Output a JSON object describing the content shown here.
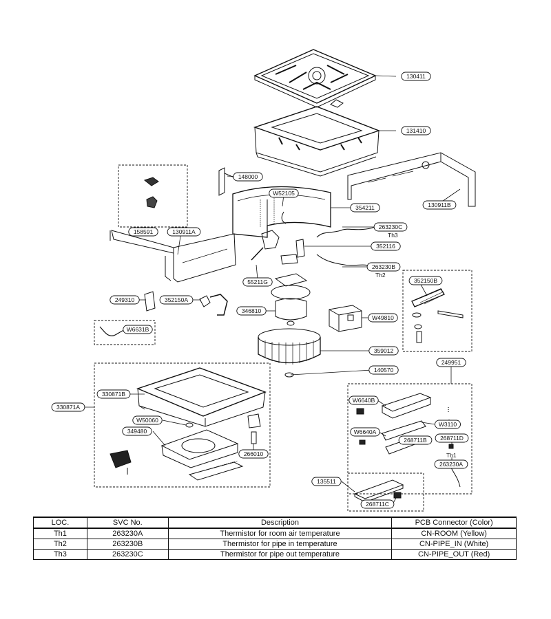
{
  "diagram": {
    "callouts": [
      {
        "id": "c-130411",
        "label": "130411"
      },
      {
        "id": "c-131410",
        "label": "131410"
      },
      {
        "id": "c-130911b",
        "label": "130911B"
      },
      {
        "id": "c-148000",
        "label": "148000"
      },
      {
        "id": "c-w52105",
        "label": "W52105"
      },
      {
        "id": "c-354211",
        "label": "354211"
      },
      {
        "id": "c-158591",
        "label": "158591"
      },
      {
        "id": "c-130911a",
        "label": "130911A"
      },
      {
        "id": "c-263230c",
        "label": "263230C"
      },
      {
        "id": "c-352116",
        "label": "352116"
      },
      {
        "id": "c-263230b",
        "label": "263230B"
      },
      {
        "id": "c-55211g",
        "label": "55211G"
      },
      {
        "id": "c-249310",
        "label": "249310"
      },
      {
        "id": "c-352150a",
        "label": "352150A"
      },
      {
        "id": "c-352150b",
        "label": "352150B"
      },
      {
        "id": "c-346810",
        "label": "346810"
      },
      {
        "id": "c-w49810",
        "label": "W49810"
      },
      {
        "id": "c-w6631b",
        "label": "W6631B"
      },
      {
        "id": "c-359012",
        "label": "359012"
      },
      {
        "id": "c-140570",
        "label": "140570"
      },
      {
        "id": "c-249951",
        "label": "249951"
      },
      {
        "id": "c-330871b",
        "label": "330871B"
      },
      {
        "id": "c-330871a",
        "label": "330871A"
      },
      {
        "id": "c-w50060",
        "label": "W50060"
      },
      {
        "id": "c-349480",
        "label": "349480"
      },
      {
        "id": "c-266010",
        "label": "266010"
      },
      {
        "id": "c-w6640b",
        "label": "W6640B"
      },
      {
        "id": "c-w3110",
        "label": "W3110"
      },
      {
        "id": "c-w6640a",
        "label": "W6640A"
      },
      {
        "id": "c-268711b",
        "label": "268711B"
      },
      {
        "id": "c-268711d",
        "label": "268711D"
      },
      {
        "id": "c-263230a",
        "label": "263230A"
      },
      {
        "id": "c-135511",
        "label": "135511"
      },
      {
        "id": "c-268711c",
        "label": "268711C"
      }
    ],
    "thermistor_tags": {
      "th1": "Th1",
      "th2": "Th2",
      "th3": "Th3"
    }
  },
  "table": {
    "headers": [
      "LOC.",
      "SVC No.",
      "Description",
      "PCB Connector (Color)"
    ],
    "rows": [
      [
        "Th1",
        "263230A",
        "Thermistor for room air temperature",
        "CN-ROOM (Yellow)"
      ],
      [
        "Th2",
        "263230B",
        "Thermistor for pipe in temperature",
        "CN-PIPE_IN (White)"
      ],
      [
        "Th3",
        "263230C",
        "Thermistor for pipe out temperature",
        "CN-PIPE_OUT (Red)"
      ]
    ]
  }
}
